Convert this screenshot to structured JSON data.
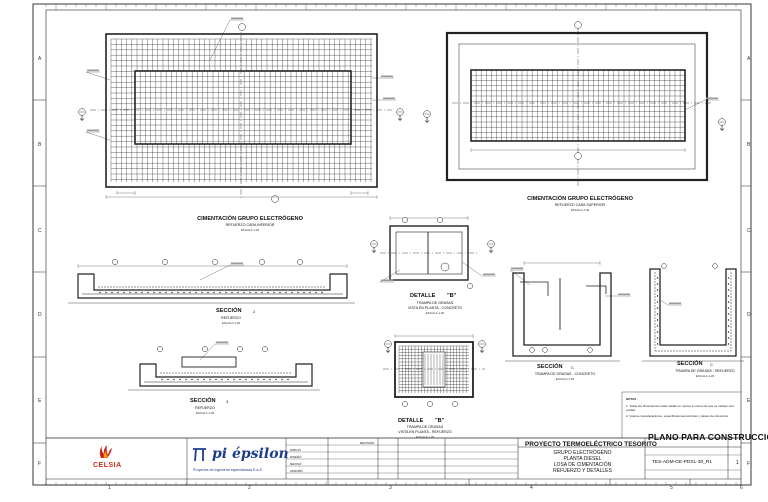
{
  "border_labels": {
    "rows": [
      "A",
      "B",
      "C",
      "D",
      "E",
      "F"
    ],
    "cols": [
      "1",
      "2",
      "3",
      "4",
      "5",
      "6"
    ]
  },
  "views": {
    "cim_inferior": {
      "title": "CIMENTACIÓN GRUPO ELECTRÓGENO",
      "subtitle": "REFUERZO CARA INFERIOR",
      "scale": "ESCALA 1:40"
    },
    "cim_superior": {
      "title": "CIMENTACIÓN GRUPO ELECTRÓGENO",
      "subtitle": "REFUERZO CARA SUPERIOR",
      "scale": "ESCALA 1:40"
    },
    "seccion_2": {
      "title": "SECCIÓN",
      "num": "2",
      "subtitle": "REFUERZO",
      "scale": "ESCALA 1:20"
    },
    "seccion_3": {
      "title": "SECCIÓN",
      "num": "3",
      "subtitle": "REFUERZO",
      "scale": "ESCALA 1:20"
    },
    "detalle_b1": {
      "title": "DETALLE",
      "tag": "\"B\"",
      "subtitle": "TRAMPA DE GRASAS",
      "subtitle2": "VISTA EN PLANTA - CONCRETO",
      "scale": "ESCALA 1:20"
    },
    "detalle_b2": {
      "title": "DETALLE",
      "tag": "\"B\"",
      "subtitle": "TRAMPA DE GRASAS",
      "subtitle2": "VISTA EN PLANTA - REFUERZO",
      "scale": "ESCALA 1:20"
    },
    "seccion_c1": {
      "title": "SECCIÓN",
      "num": "C",
      "subtitle": "TRAMPA DE GRASAS - CONCRETO",
      "scale": "ESCALA 1:20"
    },
    "seccion_c2": {
      "title": "SECCIÓN",
      "num": "C",
      "subtitle": "TRAMPA DE GRASAS - REFUERZO",
      "scale": "ESCALA 1:20"
    }
  },
  "notes": {
    "heading": "NOTAS",
    "items": [
      "1. Todas las dimensiones están dadas en metros a menos de que se indique otra unidad.",
      "2. Véanse consideraciones, especificaciones técnicas y planos de referencia."
    ]
  },
  "stamp": "PLANO PARA CONSTRUCCIÓN",
  "title_block": {
    "client": "CELSIA",
    "firm": "pi épsilon",
    "firm_sub": "Proyectos de ingeniería especializada S.A.S",
    "project": "PROYECTO TERMOELÉCTRICO TESORITO",
    "drawing_title": [
      "GRUPO ELECTRÓGENO",
      "PLANTA DIESEL",
      "LOSA DE CIMENTACIÓN",
      "REFUERZO Y DETALLES"
    ],
    "drawing_no": "TES-ADM-GE-PDSL-30_R1",
    "sheet": "1",
    "rev_header": "REVISIÓN",
    "roles": [
      "DIBUJÓ",
      "DISEÑÓ",
      "REVISÓ",
      "APROBÓ"
    ]
  },
  "colors": {
    "line": "#222222",
    "celsia_red": "#c8281e",
    "pie_blue": "#1d3d8c"
  }
}
